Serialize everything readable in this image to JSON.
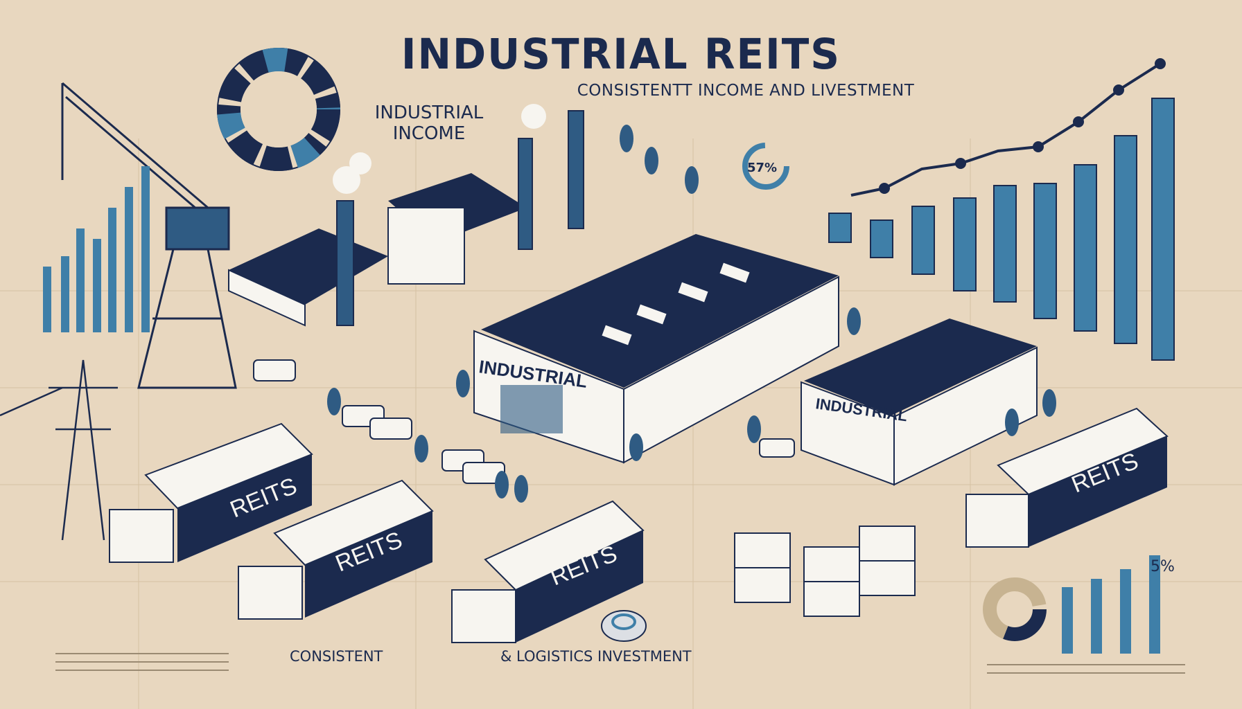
{
  "title": "INDUSTRIAL REITS",
  "subtitle": "CONSISTENTT INCOME AND LIVESTMENT",
  "labels": {
    "industrial_income": "INDUSTRIAL INCOME",
    "consistent": "CONSISTENT",
    "logistics": "& LOGISTICS INVESTMENT",
    "percent_right": "5%",
    "percent_mid": "57%"
  },
  "buildings": {
    "main_sign": "INDUSTRIAL",
    "right_sign": "INDUSTRIAL"
  },
  "trucks": [
    "REITS",
    "REITS",
    "REITS",
    "REITS"
  ],
  "colors": {
    "background": "#e8d7bf",
    "navy": "#1b2a4e",
    "steel_blue": "#3f7fa8",
    "white": "#f7f5f0"
  }
}
